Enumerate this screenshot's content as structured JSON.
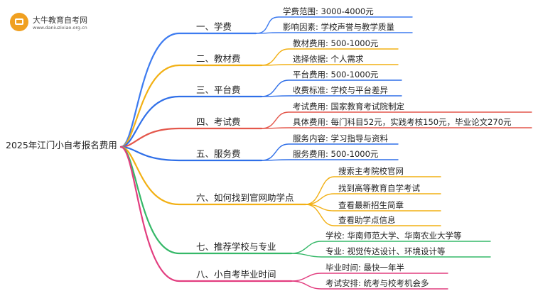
{
  "logo": {
    "name": "大牛教育自考网",
    "url": "www.daniuzixiao.org.cn"
  },
  "root": {
    "label": "2025年江门小自考报名费用"
  },
  "branches": [
    {
      "label": "一、学费",
      "color": "#3D7BF0",
      "children": [
        "学费范围: 3000-4000元",
        "影响因素: 学校声誉与教学质量"
      ]
    },
    {
      "label": "二、教材费",
      "color": "#F2B014",
      "children": [
        "教材费用: 500-1000元",
        "选择依据: 个人需求"
      ]
    },
    {
      "label": "三、平台费",
      "color": "#2F6FE8",
      "children": [
        "平台费用: 500-1000元",
        "收费标准: 学校与平台差异"
      ]
    },
    {
      "label": "四、考试费",
      "color": "#E4574B",
      "children": [
        "考试费用: 国家教育考试院制定",
        "具体费用: 每门科目52元，实践考核150元，毕业论文270元"
      ]
    },
    {
      "label": "五、服务费",
      "color": "#2F6FE8",
      "children": [
        "服务内容: 学习指导与资料",
        "服务费用: 500-1000元"
      ]
    },
    {
      "label": "六、如何找到官网助学点",
      "color": "#F2B014",
      "children": [
        "搜索主考院校官网",
        "找到高等教育自学考试",
        "查看最新招生简章",
        "查看助学点信息"
      ]
    },
    {
      "label": "七、推荐学校与专业",
      "color": "#35B868",
      "children": [
        "学校: 华南师范大学、华南农业大学等",
        "专业: 视觉传达设计、环境设计等"
      ]
    },
    {
      "label": "八、小自考毕业时间",
      "color": "#E23D7F",
      "children": [
        "毕业时间: 最快一年半",
        "考试安排: 统考与校考机会多"
      ]
    }
  ]
}
